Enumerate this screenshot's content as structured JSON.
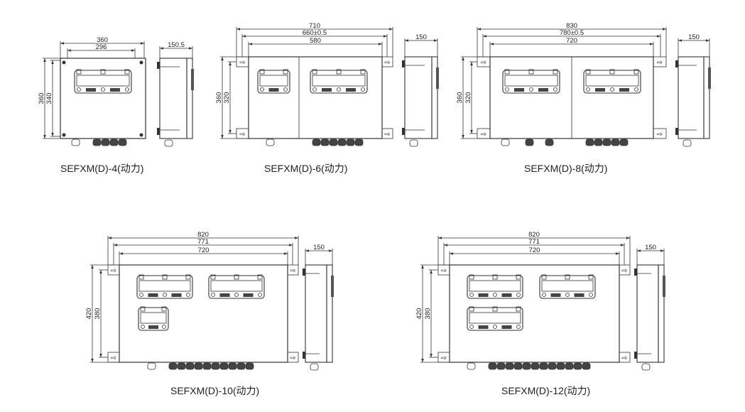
{
  "drawings": [
    {
      "caption": "SEFXM(D)-4(动力)",
      "dims_h": [
        "360",
        "296"
      ],
      "dims_v": [
        "360",
        "340"
      ],
      "side_dim": "150.5"
    },
    {
      "caption": "SEFXM(D)-6(动力)",
      "dims_h": [
        "710",
        "660±0.5",
        "580"
      ],
      "dims_v": [
        "360",
        "320"
      ],
      "side_dim": "150"
    },
    {
      "caption": "SEFXM(D)-8(动力)",
      "dims_h": [
        "830",
        "780±0.5",
        "720"
      ],
      "dims_v": [
        "360",
        "320"
      ],
      "side_dim": "150"
    },
    {
      "caption": "SEFXM(D)-10(动力)",
      "dims_h": [
        "820",
        "771",
        "720"
      ],
      "dims_v": [
        "420",
        "380"
      ],
      "side_dim": "150"
    },
    {
      "caption": "SEFXM(D)-12(动力)",
      "dims_h": [
        "820",
        "771",
        "720"
      ],
      "dims_v": [
        "420",
        "380"
      ],
      "side_dim": "150"
    }
  ]
}
